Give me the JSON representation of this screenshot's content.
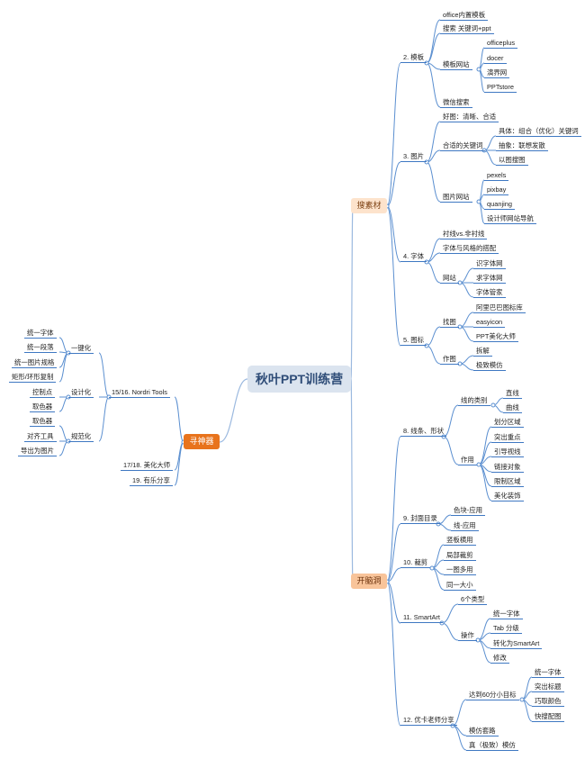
{
  "root": "秋叶PPT训练营",
  "main": {
    "sucai": "搜素材",
    "kainaodong": "开脑洞",
    "xunshenqi": "寻神器"
  },
  "sucai": {
    "moban": {
      "label": "2. 模板",
      "a": "office内置模板",
      "b": "搜索 关键词+ppt",
      "site": "模板网站",
      "sites": [
        "officeplus",
        "docer",
        "演界网",
        "PPTstore"
      ],
      "weixin": "微信搜索"
    },
    "tupian": {
      "label": "3. 图片",
      "good": "好图：清晰、合适",
      "kw": "合适的关键词",
      "kws": [
        "具体：组合（优化）关键词",
        "抽象：联想发散",
        "以图搜图"
      ],
      "site": "图片网站",
      "sites": [
        "pexels",
        "pixbay",
        "quanjing",
        "设计师网站导航"
      ]
    },
    "ziti": {
      "label": "4. 字体",
      "a": "衬线vs.非衬线",
      "b": "字体与风格的搭配",
      "site": "网站",
      "sites": [
        "识字体网",
        "求字体网",
        "字体管家"
      ]
    },
    "tubiao": {
      "label": "5. 图标",
      "find": "找图",
      "finds": [
        "阿里巴巴图标库",
        "easyicon",
        "PPT美化大师"
      ],
      "make": "作图",
      "makes": [
        "拆解",
        "极致模仿"
      ]
    }
  },
  "kainaodong": {
    "xiantiao": {
      "label": "8. 线条、形状",
      "kind": "线的类别",
      "kinds": [
        "直线",
        "曲线"
      ],
      "use": "作用",
      "uses": [
        "划分区域",
        "突出重点",
        "引导视线",
        "链接对象",
        "限制区域",
        "美化装饰"
      ]
    },
    "fengmian": {
      "label": "9. 封面目录",
      "items": [
        "色块-应用",
        "线-应用"
      ]
    },
    "caijian": {
      "label": "10. 裁剪",
      "items": [
        "竖板横用",
        "局部裁剪",
        "一图多用",
        "同一大小"
      ]
    },
    "smartart": {
      "label": "11. SmartArt",
      "types": "6个类型",
      "op": "操作",
      "ops": [
        "统一字体",
        "Tab 分级",
        "转化为SmartArt",
        "修改"
      ]
    },
    "fenxiang": {
      "label": "12. 优卡老师分享",
      "goal": "达到60分小目标",
      "goals": [
        "统一字体",
        "突出标题",
        "巧取颜色",
        "快搜配图"
      ],
      "tl": "模仿套路",
      "mf": "真（极致）模仿"
    }
  },
  "xunshenqi": {
    "nordri": {
      "label": "15/16. Nordri Tools",
      "g1": "一键化",
      "g1items": [
        "统一字体",
        "统一段落",
        "统一图片规格",
        "矩形/环形复制"
      ],
      "g2": "设计化",
      "g2items": [
        "控制点",
        "取色器"
      ],
      "g3": "规范化",
      "g3items": [
        "取色器",
        "对齐工具",
        "导出为图片"
      ]
    },
    "meihua": "17/18. 美化大师",
    "youle": "19. 有乐分享"
  }
}
